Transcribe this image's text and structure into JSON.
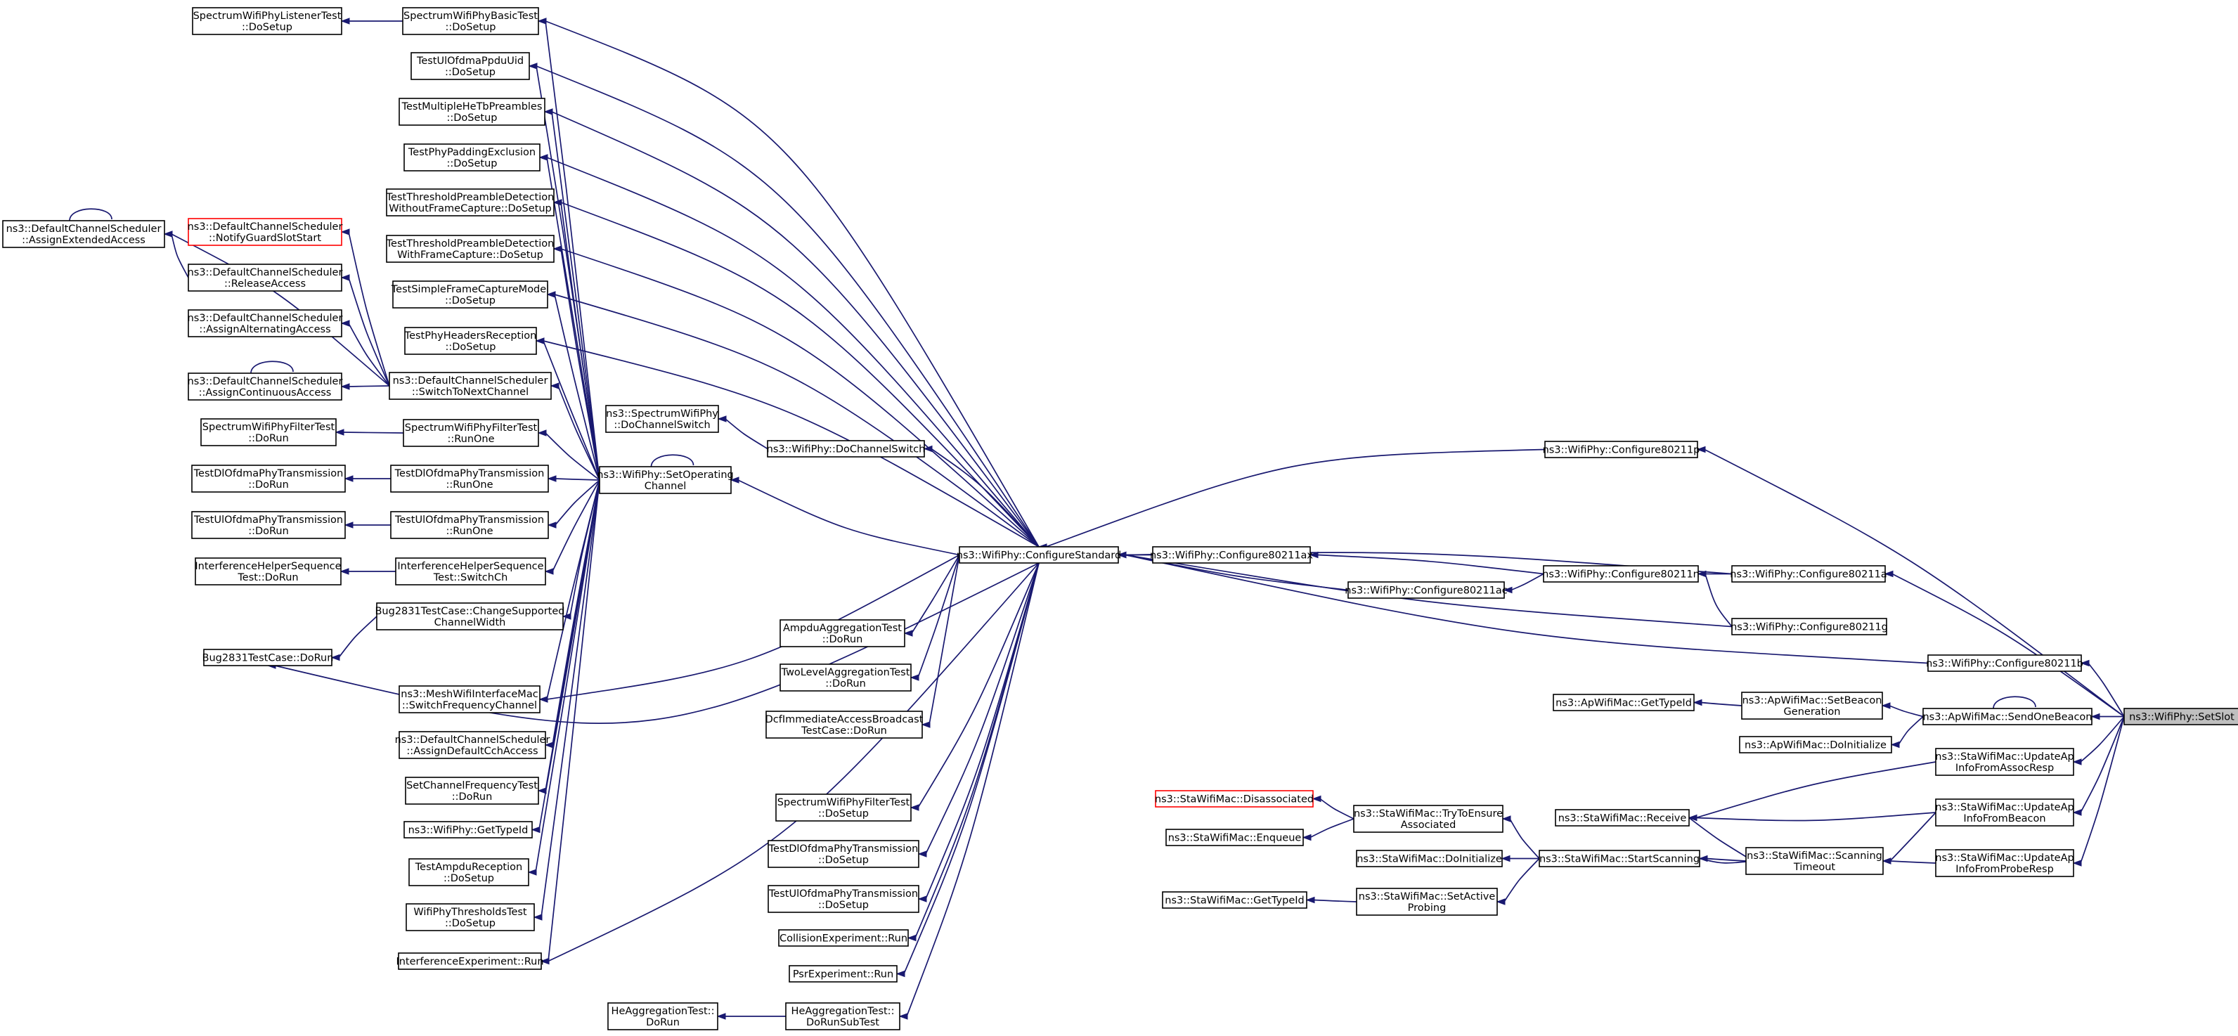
{
  "colors": {
    "edge": "#191970",
    "node_border": "#000000",
    "missing_border": "#ff0000",
    "root_fill": "#bfbfbf",
    "background": "#ffffff"
  },
  "nodes": {
    "setslot": [
      "ns3::WifiPhy::SetSlot"
    ],
    "configstd": [
      "ns3::WifiPhy::ConfigureStandard"
    ],
    "setopch": [
      "ns3::WifiPhy::SetOperating",
      "Channel"
    ],
    "dochsw": [
      "ns3::WifiPhy::DoChannelSwitch"
    ],
    "specdochsw": [
      "ns3::SpectrumWifiPhy",
      "::DoChannelSwitch"
    ],
    "c80211p": [
      "ns3::WifiPhy::Configure80211p"
    ],
    "c80211ax": [
      "ns3::WifiPhy::Configure80211ax"
    ],
    "c80211ac": [
      "ns3::WifiPhy::Configure80211ac"
    ],
    "c80211n": [
      "ns3::WifiPhy::Configure80211n"
    ],
    "c80211a": [
      "ns3::WifiPhy::Configure80211a"
    ],
    "c80211g": [
      "ns3::WifiPhy::Configure80211g"
    ],
    "c80211b": [
      "ns3::WifiPhy::Configure80211b"
    ],
    "apgettypeid": [
      "ns3::ApWifiMac::GetTypeId"
    ],
    "setbeacongen": [
      "ns3::ApWifiMac::SetBeacon",
      "Generation"
    ],
    "sendonebeacon": [
      "ns3::ApWifiMac::SendOneBeacon"
    ],
    "apdoinit": [
      "ns3::ApWifiMac::DoInitialize"
    ],
    "updassoc": [
      "ns3::StaWifiMac::UpdateAp",
      "InfoFromAssocResp"
    ],
    "updbeacon": [
      "ns3::StaWifiMac::UpdateAp",
      "InfoFromBeacon"
    ],
    "updprobe": [
      "ns3::StaWifiMac::UpdateAp",
      "InfoFromProbeResp"
    ],
    "disassoc": [
      "ns3::StaWifiMac::Disassociated"
    ],
    "tryensure": [
      "ns3::StaWifiMac::TryToEnsure",
      "Associated"
    ],
    "enqueue": [
      "ns3::StaWifiMac::Enqueue"
    ],
    "receive": [
      "ns3::StaWifiMac::Receive"
    ],
    "stadoinit": [
      "ns3::StaWifiMac::DoInitialize"
    ],
    "startscan": [
      "ns3::StaWifiMac::StartScanning"
    ],
    "scantimeout": [
      "ns3::StaWifiMac::Scanning",
      "Timeout"
    ],
    "stagettypeid": [
      "ns3::StaWifiMac::GetTypeId"
    ],
    "setactive": [
      "ns3::StaWifiMac::SetActive",
      "Probing"
    ],
    "speclistener": [
      "SpectrumWifiPhyListenerTest",
      "::DoSetup"
    ],
    "specbasic": [
      "SpectrumWifiPhyBasicTest",
      "::DoSetup"
    ],
    "ulofdmauid": [
      "TestUlOfdmaPpduUid",
      "::DoSetup"
    ],
    "multhetb": [
      "TestMultipleHeTbPreambles",
      "::DoSetup"
    ],
    "phypadding": [
      "TestPhyPaddingExclusion",
      "::DoSetup"
    ],
    "thrwithout": [
      "TestThresholdPreambleDetection",
      "WithoutFrameCapture::DoSetup"
    ],
    "thrwith": [
      "TestThresholdPreambleDetection",
      "WithFrameCapture::DoSetup"
    ],
    "simplefc": [
      "TestSimpleFrameCaptureModel",
      "::DoSetup"
    ],
    "phyheaders": [
      "TestPhyHeadersReception",
      "::DoSetup"
    ],
    "switchnext": [
      "ns3::DefaultChannelScheduler",
      "::SwitchToNextChannel"
    ],
    "specfilterrun": [
      "SpectrumWifiPhyFilterTest",
      "::RunOne"
    ],
    "dlrunone": [
      "TestDlOfdmaPhyTransmission",
      "::RunOne"
    ],
    "ulrunone": [
      "TestUlOfdmaPhyTransmission",
      "::RunOne"
    ],
    "ihswitch": [
      "InterferenceHelperSequence",
      "Test::SwitchCh"
    ],
    "bugchange": [
      "Bug2831TestCase::ChangeSupported",
      "ChannelWidth"
    ],
    "meshswitch": [
      "ns3::MeshWifiInterfaceMac",
      "::SwitchFrequencyChannel"
    ],
    "assigndefault": [
      "ns3::DefaultChannelScheduler",
      "::AssignDefaultCchAccess"
    ],
    "setchfreq": [
      "SetChannelFrequencyTest",
      "::DoRun"
    ],
    "wifigettypeid": [
      "ns3::WifiPhy::GetTypeId"
    ],
    "ampdurecep": [
      "TestAmpduReception",
      "::DoSetup"
    ],
    "phythr": [
      "WifiPhyThresholdsTest",
      "::DoSetup"
    ],
    "interfexp": [
      "InterferenceExperiment::Run"
    ],
    "assignext": [
      "ns3::DefaultChannelScheduler",
      "::AssignExtendedAccess"
    ],
    "notifyguard": [
      "ns3::DefaultChannelScheduler",
      "::NotifyGuardSlotStart"
    ],
    "release": [
      "ns3::DefaultChannelScheduler",
      "::ReleaseAccess"
    ],
    "assignalt": [
      "ns3::DefaultChannelScheduler",
      "::AssignAlternatingAccess"
    ],
    "assigncont": [
      "ns3::DefaultChannelScheduler",
      "::AssignContinuousAccess"
    ],
    "specfilterdorun": [
      "SpectrumWifiPhyFilterTest",
      "::DoRun"
    ],
    "dldorun": [
      "TestDlOfdmaPhyTransmission",
      "::DoRun"
    ],
    "uldorun": [
      "TestUlOfdmaPhyTransmission",
      "::DoRun"
    ],
    "ihdorun": [
      "InterferenceHelperSequence",
      "Test::DoRun"
    ],
    "bugdorun": [
      "Bug2831TestCase::DoRun"
    ],
    "ampduagg": [
      "AmpduAggregationTest",
      "::DoRun"
    ],
    "twolevel": [
      "TwoLevelAggregationTest",
      "::DoRun"
    ],
    "dcfimm": [
      "DcfImmediateAccessBroadcast",
      "TestCase::DoRun"
    ],
    "specfiltersetup": [
      "SpectrumWifiPhyFilterTest",
      "::DoSetup"
    ],
    "dldosetup": [
      "TestDlOfdmaPhyTransmission",
      "::DoSetup"
    ],
    "uldosetup": [
      "TestUlOfdmaPhyTransmission",
      "::DoSetup"
    ],
    "collexp": [
      "CollisionExperiment::Run"
    ],
    "psrexp": [
      "PsrExperiment::Run"
    ],
    "heaggsub": [
      "HeAggregationTest::",
      "DoRunSubTest"
    ],
    "heaggdorun": [
      "HeAggregationTest::",
      "DoRun"
    ]
  }
}
